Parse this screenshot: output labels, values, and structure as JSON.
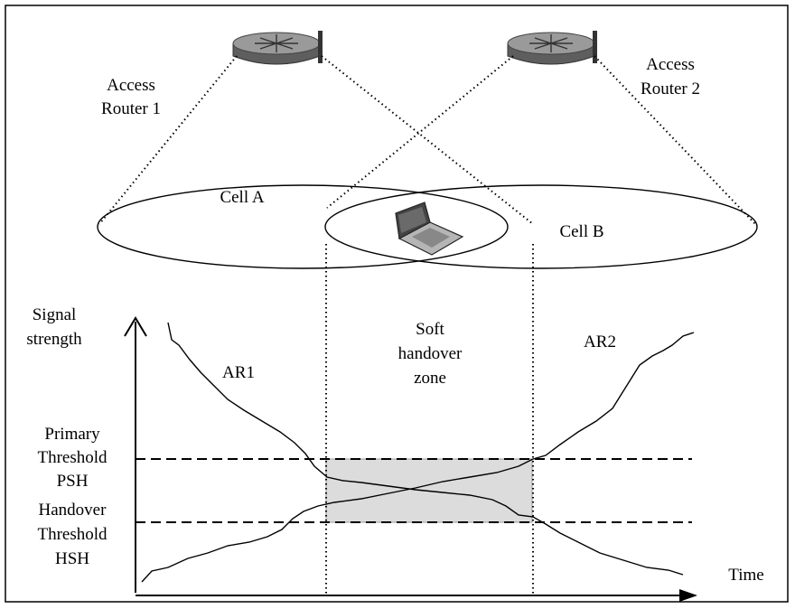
{
  "routers": [
    {
      "label_line1": "Access",
      "label_line2": "Router 1"
    },
    {
      "label_line1": "Access",
      "label_line2": "Router 2"
    }
  ],
  "cells": [
    {
      "label": "Cell A"
    },
    {
      "label": "Cell B"
    }
  ],
  "graph": {
    "y_axis_label_line1": "Signal",
    "y_axis_label_line2": "strength",
    "x_axis_label": "Time",
    "curve_labels": [
      "AR1",
      "AR2"
    ],
    "zone_label": [
      "Soft",
      "handover",
      "zone"
    ],
    "primary_threshold": [
      "Primary",
      "Threshold",
      "PSH"
    ],
    "handover_threshold": [
      "Handover",
      "Threshold",
      "HSH"
    ]
  },
  "colors": {
    "zone_fill": "#dcdcdc",
    "router_body": "#6e6e6e",
    "router_top": "#9a9a9a"
  }
}
